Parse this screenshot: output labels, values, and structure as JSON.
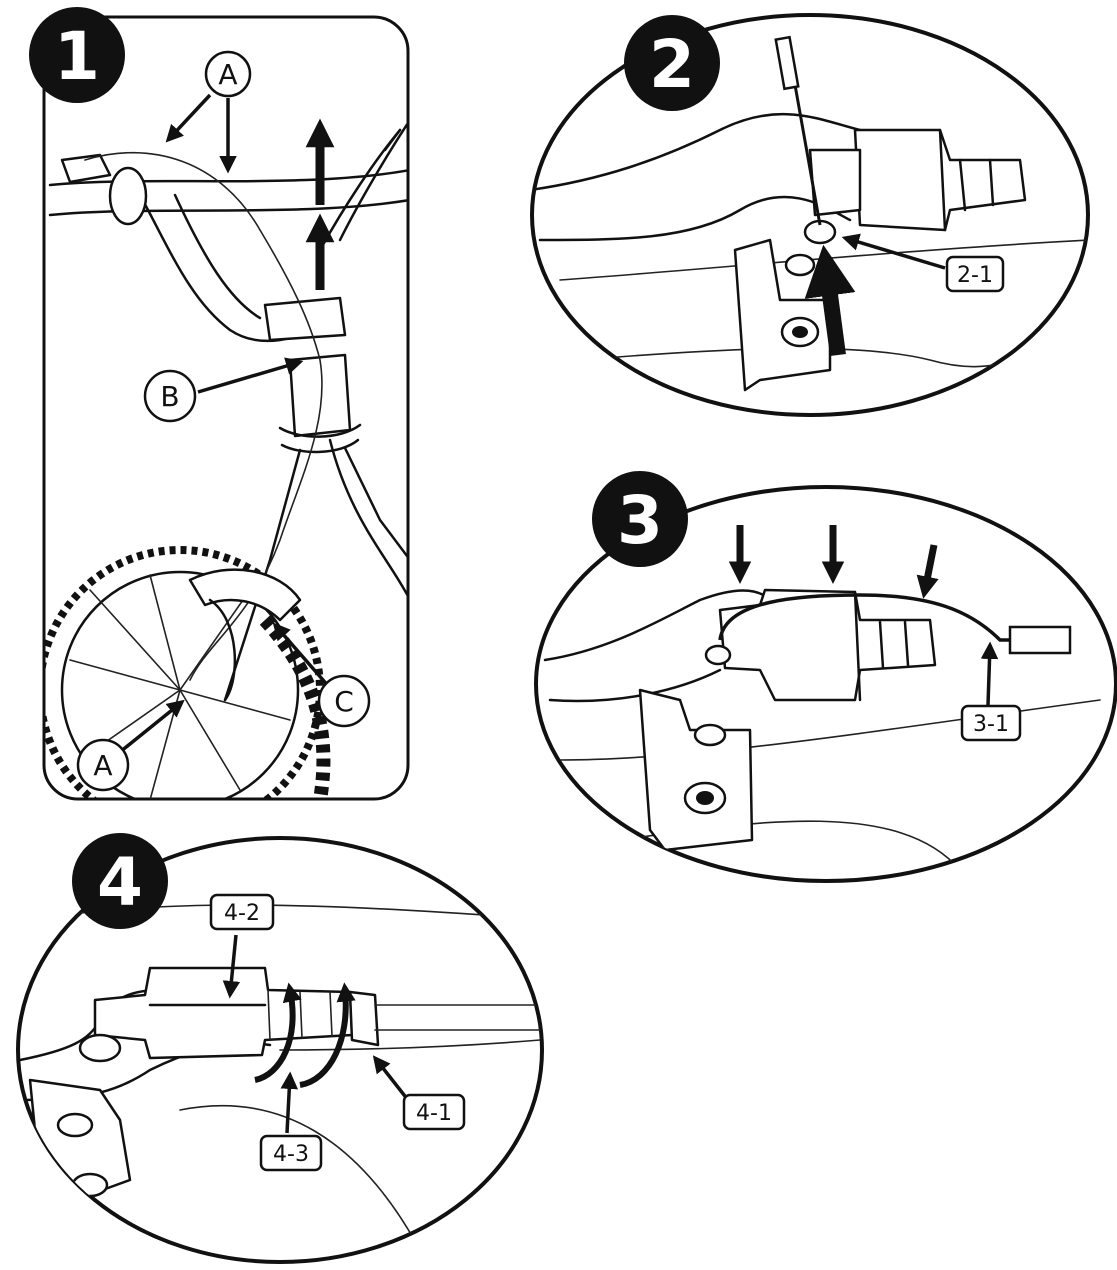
{
  "steps": [
    {
      "number": "1",
      "callouts": [
        "A",
        "A",
        "B",
        "C"
      ]
    },
    {
      "number": "2",
      "labels": [
        "2-1"
      ]
    },
    {
      "number": "3",
      "labels": [
        "3-1"
      ]
    },
    {
      "number": "4",
      "labels": [
        "4-2",
        "4-1",
        "4-3"
      ]
    }
  ]
}
